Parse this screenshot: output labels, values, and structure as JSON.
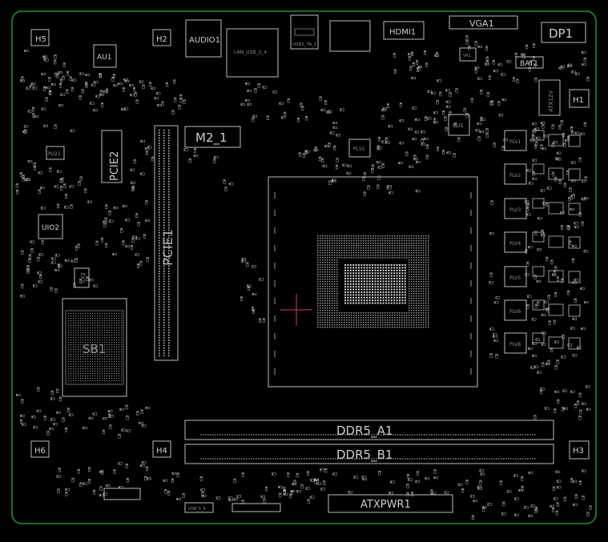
{
  "board": {
    "outline_color": "#1f8f2a",
    "silkscreen_color": "#cfcfcf",
    "background_color": "#000000"
  },
  "mounting_holes": [
    "H5",
    "H2",
    "H1",
    "H6",
    "H4",
    "H3"
  ],
  "connectors": {
    "audio": "AUDIO1",
    "lan_usb": "LAN_USB_3_4",
    "usb_top": "USB3_TA_1",
    "hdmi": "HDMI1",
    "vga": "VGA1",
    "dp": "DP1",
    "battery": "BAT1",
    "atx_power": "ATXPWR1",
    "usb_bottom": "USB_5_6",
    "atx12v": "ATX12V"
  },
  "chips": {
    "audio_codec": "AU1",
    "super_io": "UIO2",
    "pch": "SB1",
    "pu1": "PU1",
    "pu21": "PU21",
    "pl55": "PL55",
    "sx2": "SX2",
    "vr": "VR1"
  },
  "slots": {
    "m2": "M2_1",
    "pcie_x1": "PCIE2",
    "pcie_x16": "PCIE1",
    "dimm_a": "DDR5_A1",
    "dimm_b": "DDR5_B1"
  },
  "inductors": [
    "PLV1",
    "PLV2",
    "PLV3",
    "PLV4",
    "PLV5",
    "PLV6",
    "PLV8"
  ]
}
